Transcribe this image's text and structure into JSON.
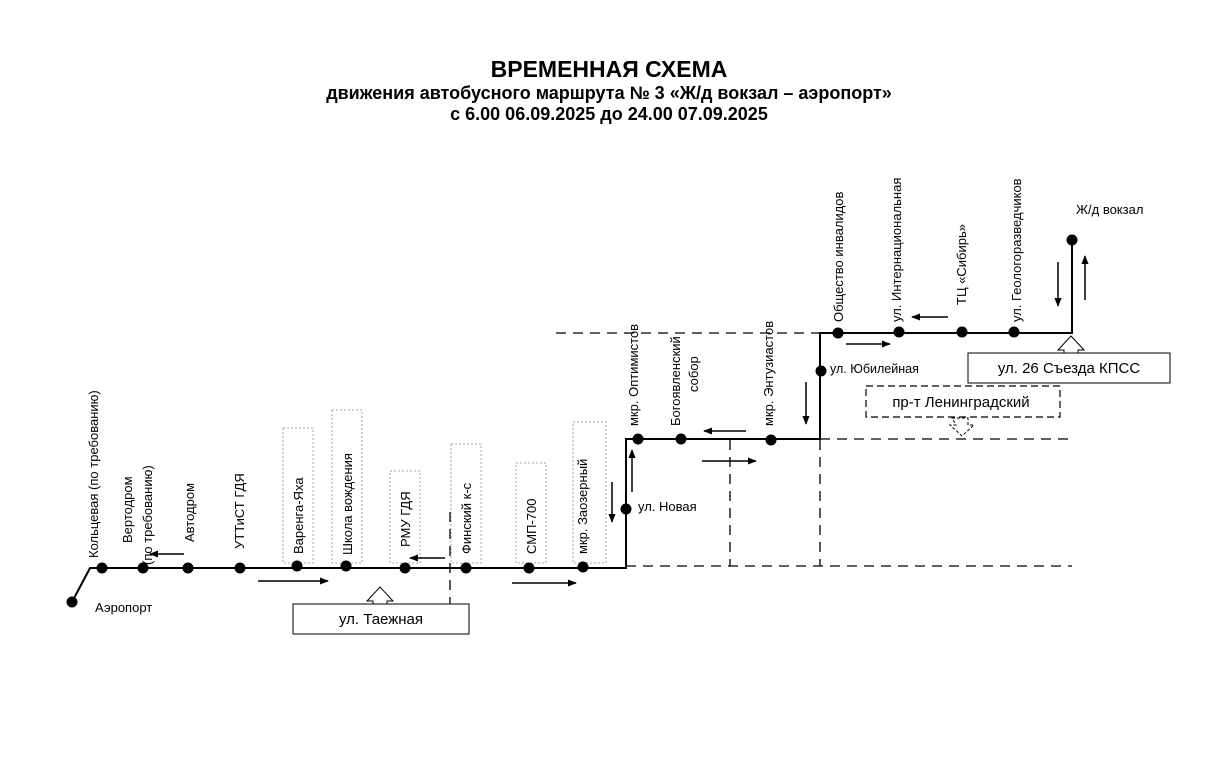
{
  "header": {
    "title": "ВРЕМЕННАЯ СХЕМА",
    "subtitle": "движения автобусного маршрута № 3 «Ж/д вокзал – аэропорт»",
    "period": "с 6.00 06.09.2025 до 24.00 07.09.2025"
  },
  "stops": {
    "airport": "Аэропорт",
    "koltsevaya": "Кольцевая (по требованию)",
    "vertodrom_1": "Вертодром",
    "vertodrom_2": "(по требованию)",
    "avtodrom": "Автодром",
    "uttist": "УТТиСТ ГДЯ",
    "varenga": "Варенга-Яха",
    "shkola": "Школа вождения",
    "rmu": "РМУ ГДЯ",
    "finsky": "Финский к-с",
    "smp": "СМП-700",
    "zaozerny": "мкр. Заозерный",
    "novaya": "ул. Новая",
    "optimistov": "мкр. Оптимистов",
    "sobor_1": "Богоявленский",
    "sobor_2": "собор",
    "entuziastov": "мкр. Энтузиастов",
    "yubileynaya": "ул. Юбилейная",
    "obshchestvo": "Общество инвалидов",
    "internatsionalnaya": "ул. Интернациональная",
    "sibir": "ТЦ «Сибирь»",
    "geologorazvedchikov": "ул. Геологоразведчиков",
    "vokzal": "Ж/д вокзал"
  },
  "streets": {
    "taezhnaya": "ул. Таежная",
    "leningradsky": "пр-т Ленинградский",
    "s26": "ул. 26 Съезда КПСС"
  }
}
